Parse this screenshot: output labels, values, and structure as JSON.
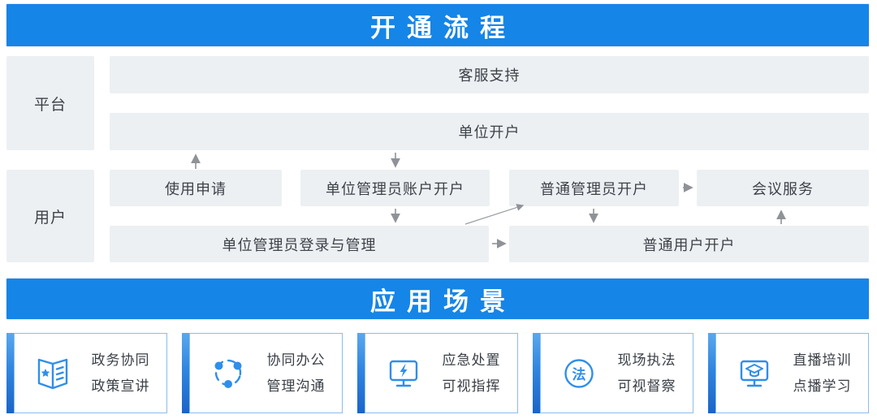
{
  "flow": {
    "title": "开通流程",
    "platform_label": "平台",
    "user_label": "用户",
    "nodes": {
      "support": "客服支持",
      "unit_open": "单位开户",
      "apply": "使用申请",
      "admin_open": "单位管理员账户开户",
      "normal_admin_open": "普通管理员开户",
      "meeting": "会议服务",
      "admin_manage": "单位管理员登录与管理",
      "normal_user_open": "普通用户开户"
    }
  },
  "scenes": {
    "title": "应用场景",
    "cards": [
      {
        "icon": "book-star-icon",
        "line1": "政务协同",
        "line2": "政策宣讲"
      },
      {
        "icon": "share-network-icon",
        "line1": "协同办公",
        "line2": "管理沟通"
      },
      {
        "icon": "monitor-lightning-icon",
        "line1": "应急处置",
        "line2": "可视指挥"
      },
      {
        "icon": "law-circle-icon",
        "icon_char": "法",
        "line1": "现场执法",
        "line2": "可视督察"
      },
      {
        "icon": "monitor-graduation-icon",
        "line1": "直播培训",
        "line2": "点播学习"
      }
    ]
  },
  "colors": {
    "banner_blue": "#1585e8",
    "node_gray": "#edf0f3",
    "arrow_gray": "#8f9398",
    "icon_blue": "#2f8fea",
    "card_border": "#8abdf0",
    "text_dark": "#3d4249"
  }
}
